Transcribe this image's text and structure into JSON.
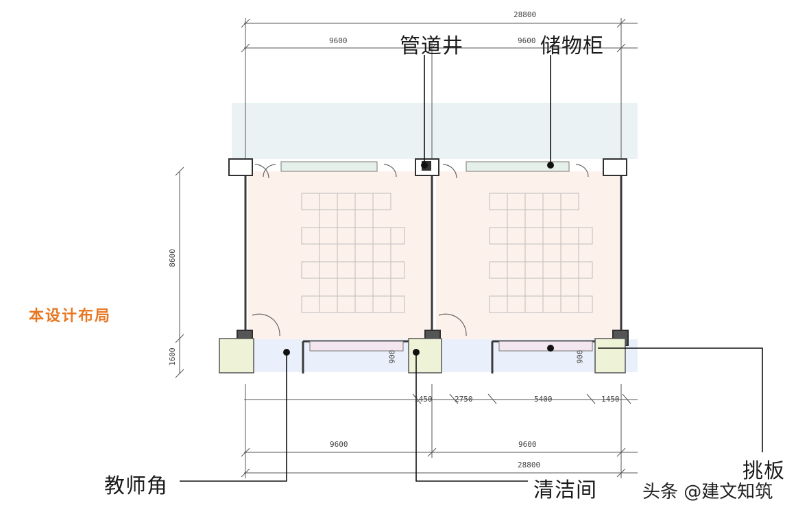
{
  "title": "本设计布局",
  "callouts": {
    "pipe_shaft": "管道井",
    "storage_cabinet": "储物柜",
    "teacher_corner": "教师角",
    "cleaning_room": "清洁间",
    "cantilever_board": "挑板"
  },
  "dimensions": {
    "top_total": "28800",
    "top_left": "9600",
    "top_right": "9600",
    "left_room_depth": "8600",
    "left_corridor_depth": "1600",
    "mid_900_a": "900",
    "mid_900_b": "900",
    "seg_1450_a": "1450",
    "seg_2750": "2750",
    "seg_5400": "5400",
    "seg_1450_b": "1450",
    "bottom_left": "9600",
    "bottom_right": "9600",
    "bottom_total": "28800"
  },
  "watermark": "头条 @建文知筑",
  "colors": {
    "title": "#e87722",
    "room_fill": "#fdf1ec",
    "roof_fill": "#eaf2f4",
    "corridor_fill": "#eaf0fb",
    "cabinet_fill": "#e6f0ea",
    "toilet_fill": "#eef3d8",
    "wall": "#3a3a3a",
    "leader": "#111111"
  }
}
